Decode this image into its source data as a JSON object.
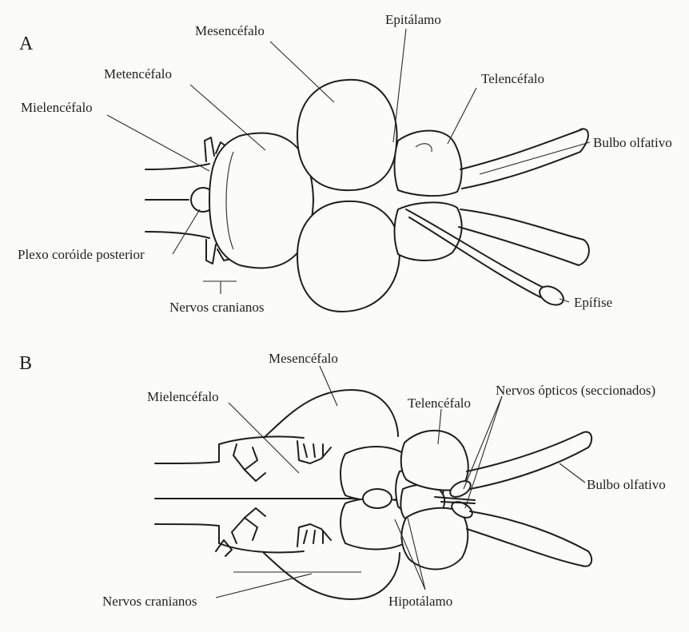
{
  "figure": {
    "panel_a": {
      "letter": "A",
      "labels": {
        "mesencefalo": "Mesencéfalo",
        "epitalamo": "Epitálamo",
        "metencefalo": "Metencéfalo",
        "telencefalo": "Telencéfalo",
        "mielencefalo": "Mielencéfalo",
        "bulbo_olfativo": "Bulbo olfativo",
        "plexo_coroide": "Plexo coróide posterior",
        "nervos_cranianos": "Nervos cranianos",
        "epifise": "Epífise"
      }
    },
    "panel_b": {
      "letter": "B",
      "labels": {
        "mesencefalo": "Mesencéfalo",
        "mielencefalo": "Mielencéfalo",
        "telencefalo": "Telencéfalo",
        "nervos_opticos": "Nervos ópticos (seccionados)",
        "bulbo_olfativo": "Bulbo olfativo",
        "nervos_cranianos": "Nervos cranianos",
        "hipotalamo": "Hipotálamo"
      }
    }
  }
}
